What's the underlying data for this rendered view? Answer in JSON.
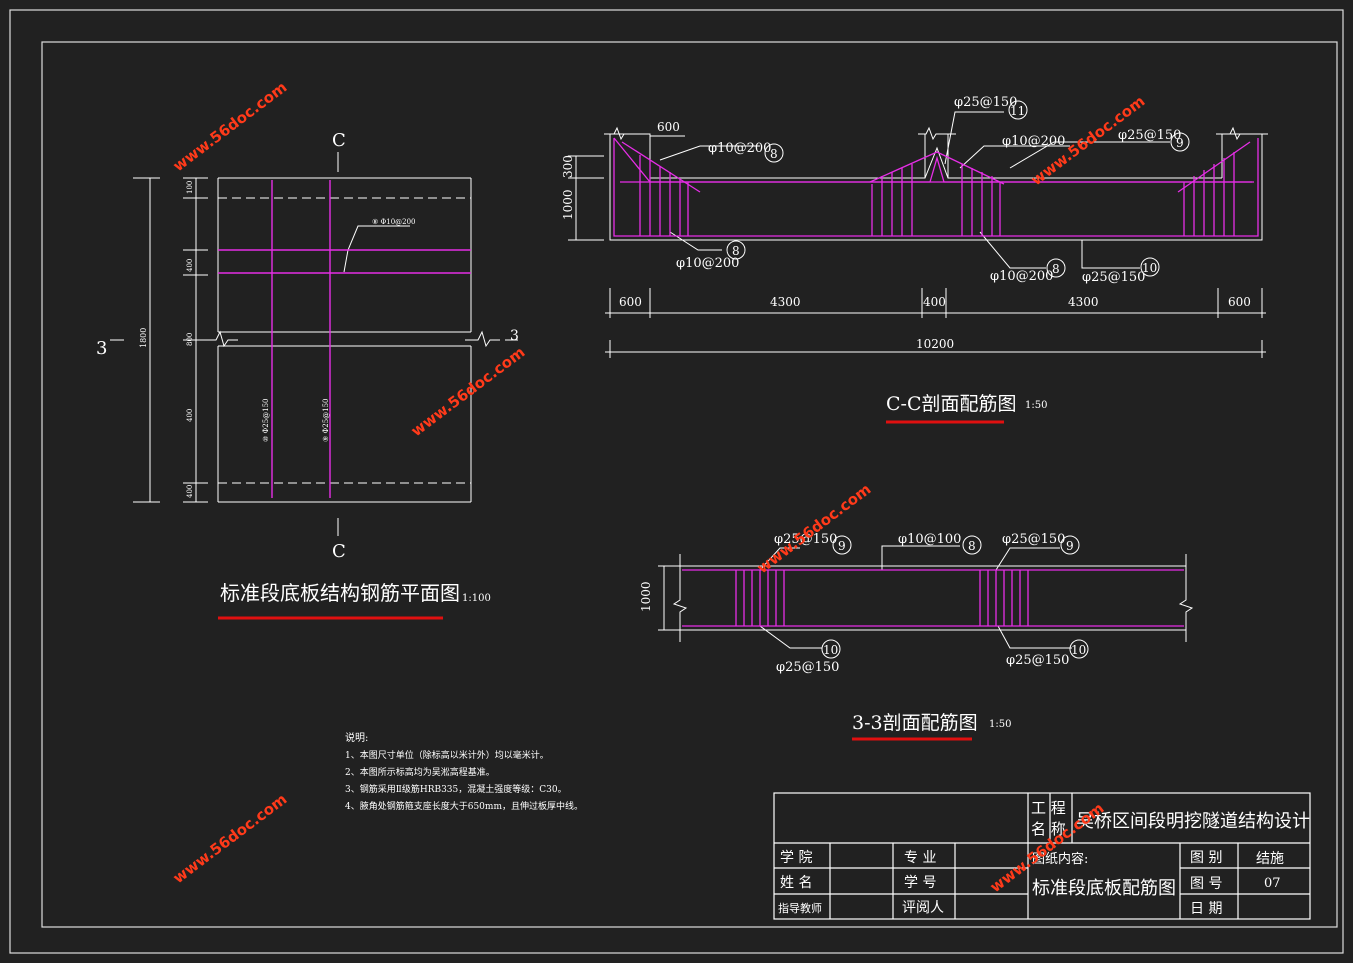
{
  "watermark": "www.56doc.com",
  "plan": {
    "title": "标准段底板结构钢筋平面图",
    "scale": "1:100",
    "section_mark_c": "C",
    "section_mark_3": "3",
    "dims_left": [
      "100",
      "400",
      "800",
      "400",
      "400"
    ],
    "dim_total": "1800",
    "rebar_top": "⑧ Φ10@200",
    "rebar_v1": "⑩ Φ25@150",
    "rebar_v2": "⑨ Φ25@150"
  },
  "section_cc": {
    "title": "C-C剖面配筋图",
    "scale": "1:50",
    "dim_600_top": "600",
    "dim_300": "300",
    "dim_1000": "1000",
    "label_phi10_a": "φ10@200",
    "label_phi10_b": "φ10@200",
    "label_phi10_c": "φ10@200",
    "label_phi10_d": "φ10@200",
    "label_phi25_11": "φ25@150",
    "label_phi25_9": "φ25@150",
    "label_phi25_10": "φ25@150",
    "num_8": "8",
    "num_9": "9",
    "num_10": "10",
    "num_11": "11",
    "dims_bottom": [
      "600",
      "4300",
      "400",
      "4300",
      "600"
    ],
    "dim_total": "10200"
  },
  "section_33": {
    "title": "3-3剖面配筋图",
    "scale": "1:50",
    "dim_1000": "1000",
    "label_tl": "φ25@150",
    "label_tm": "φ10@100",
    "label_tr": "φ25@150",
    "label_bl": "φ25@150",
    "label_br": "φ25@150",
    "num_8": "8",
    "num_9": "9",
    "num_10": "10"
  },
  "notes": {
    "heading": "说明:",
    "lines": [
      "1、本图尺寸单位（除标高以米计外）均以毫米计。",
      "2、本图所示标高均为吴淞高程基准。",
      "3、钢筋采用Ⅱ级筋HRB335，混凝土强度等级：C30。",
      "4、腋角处钢筋箍支座长度大于650mm，且伸过板厚中线。"
    ]
  },
  "titleblock": {
    "project_label_1": "工 程",
    "project_label_2": "名 称",
    "project_name": "吴桥区间段明挖隧道结构设计",
    "school_label": "学 院",
    "major_label": "专 业",
    "name_label": "姓 名",
    "id_label": "学 号",
    "advisor_label": "指导教师",
    "reviewer_label": "评阅人",
    "content_label": "图纸内容:",
    "content_value": "标准段底板配筋图",
    "category_label": "图 别",
    "category_value": "结施",
    "number_label": "图 号",
    "number_value": "07",
    "date_label": "日 期"
  },
  "colors": {
    "background": "#212121",
    "lines": "#ffffff",
    "rebar": "#e62ee6",
    "underline": "#e01010",
    "watermark": "#ff3a1a"
  }
}
